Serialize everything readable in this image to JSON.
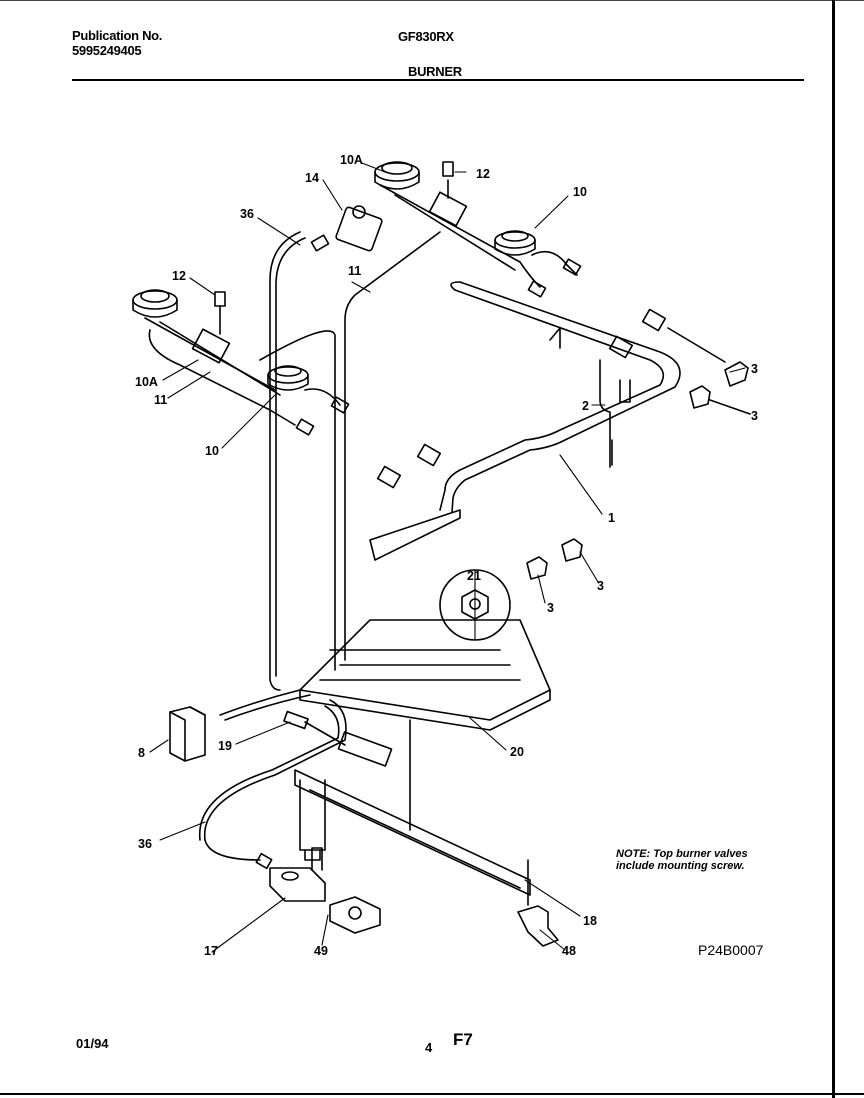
{
  "header": {
    "publication_label": "Publication No.",
    "publication_number": "5995249405",
    "model": "GF830RX",
    "section": "BURNER"
  },
  "callouts": {
    "c10A_top": "10A",
    "c12_top": "12",
    "c14": "14",
    "c36_top": "36",
    "c10_top": "10",
    "c11_top": "11",
    "c12_left": "12",
    "c10A_left": "10A",
    "c11_left": "11",
    "c10_left": "10",
    "c3_a": "3",
    "c3_b": "3",
    "c2": "2",
    "c1": "1",
    "c3_c": "3",
    "c3_d": "3",
    "c21": "21",
    "c8": "8",
    "c19": "19",
    "c20": "20",
    "c36_bottom": "36",
    "c18": "18",
    "c17": "17",
    "c49": "49",
    "c48": "48"
  },
  "note": "NOTE: Top burner valves include mounting screw.",
  "drawing_code": "P24B0007",
  "footer": {
    "date": "01/94",
    "page": "4",
    "figure": "F7"
  }
}
